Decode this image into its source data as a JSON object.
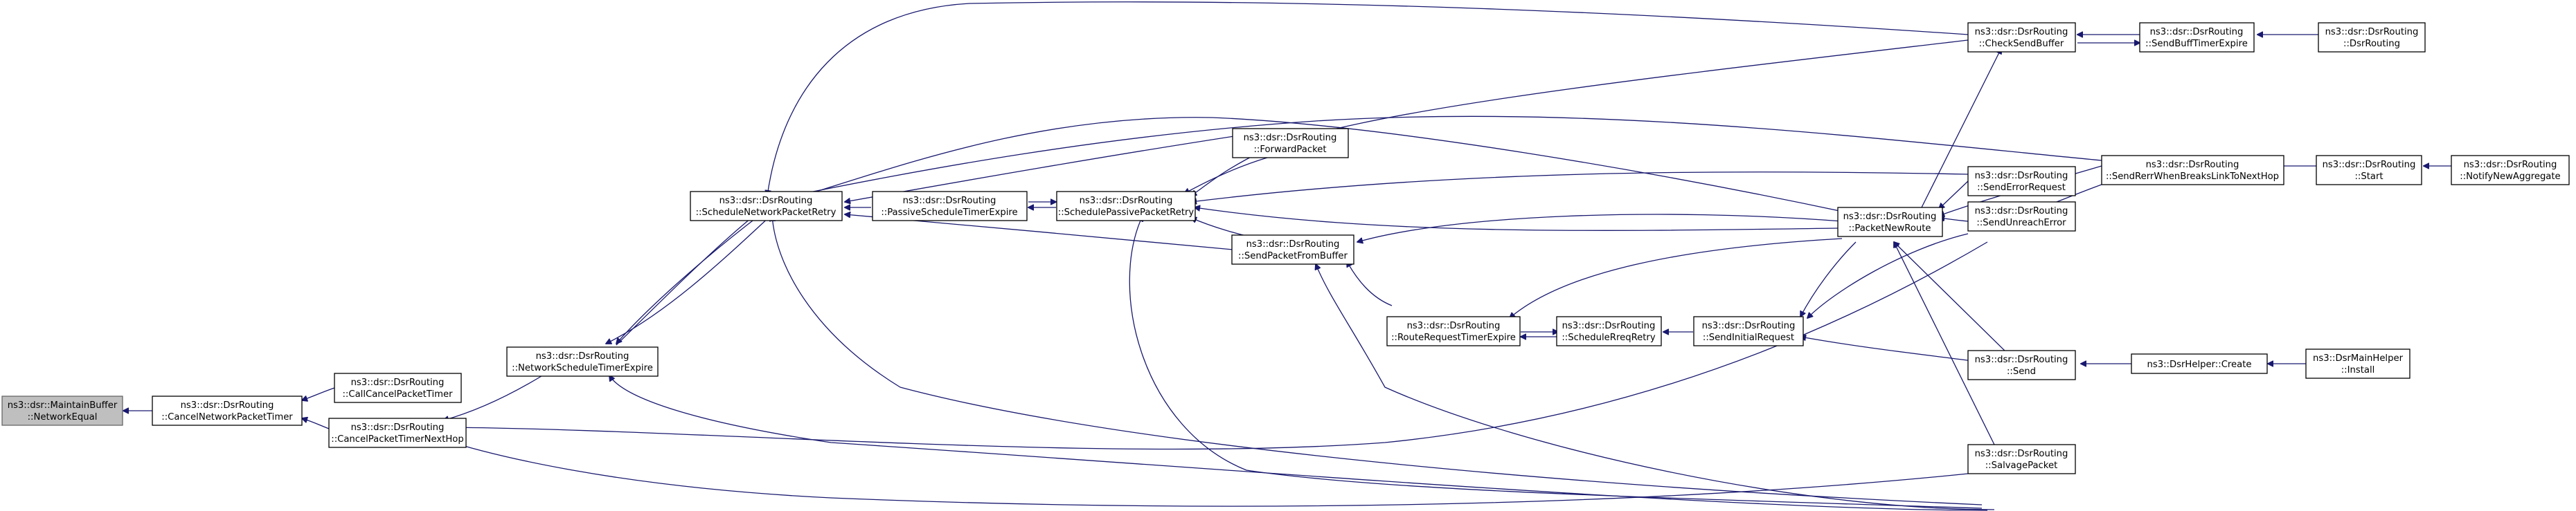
{
  "colors": {
    "edge": "#191970",
    "root_fill": "#bfbfbf",
    "node_fill": "#ffffff",
    "node_border": "#000000"
  },
  "nodes": [
    {
      "id": "network_equal",
      "line1": "ns3::dsr::MaintainBuffer",
      "line2": "::NetworkEqual",
      "root": true
    },
    {
      "id": "cancel_network_packet_timer",
      "line1": "ns3::dsr::DsrRouting",
      "line2": "::CancelNetworkPacketTimer"
    },
    {
      "id": "call_cancel_packet_timer",
      "line1": "ns3::dsr::DsrRouting",
      "line2": "::CallCancelPacketTimer"
    },
    {
      "id": "cancel_packet_timer_next_hop",
      "line1": "ns3::dsr::DsrRouting",
      "line2": "::CancelPacketTimerNextHop"
    },
    {
      "id": "network_schedule_timer_expire",
      "line1": "ns3::dsr::DsrRouting",
      "line2": "::NetworkScheduleTimerExpire"
    },
    {
      "id": "schedule_network_packet_retry",
      "line1": "ns3::dsr::DsrRouting",
      "line2": "::ScheduleNetworkPacketRetry"
    },
    {
      "id": "passive_schedule_timer_expire",
      "line1": "ns3::dsr::DsrRouting",
      "line2": "::PassiveScheduleTimerExpire"
    },
    {
      "id": "schedule_passive_packet_retry",
      "line1": "ns3::dsr::DsrRouting",
      "line2": "::SchedulePassivePacketRetry"
    },
    {
      "id": "forward_packet",
      "line1": "ns3::dsr::DsrRouting",
      "line2": "::ForwardPacket"
    },
    {
      "id": "send_packet_from_buffer",
      "line1": "ns3::dsr::DsrRouting",
      "line2": "::SendPacketFromBuffer"
    },
    {
      "id": "route_request_timer_expire",
      "line1": "ns3::dsr::DsrRouting",
      "line2": "::RouteRequestTimerExpire"
    },
    {
      "id": "schedule_rreq_retry",
      "line1": "ns3::dsr::DsrRouting",
      "line2": "::ScheduleRreqRetry"
    },
    {
      "id": "send_initial_request",
      "line1": "ns3::dsr::DsrRouting",
      "line2": "::SendInitialRequest"
    },
    {
      "id": "packet_new_route",
      "line1": "ns3::dsr::DsrRouting",
      "line2": "::PacketNewRoute"
    },
    {
      "id": "check_send_buffer",
      "line1": "ns3::dsr::DsrRouting",
      "line2": "::CheckSendBuffer"
    },
    {
      "id": "send_error_request",
      "line1": "ns3::dsr::DsrRouting",
      "line2": "::SendErrorRequest"
    },
    {
      "id": "send_unreach_error",
      "line1": "ns3::dsr::DsrRouting",
      "line2": "::SendUnreachError"
    },
    {
      "id": "send",
      "line1": "ns3::dsr::DsrRouting",
      "line2": "::Send"
    },
    {
      "id": "salvage_packet",
      "line1": "ns3::dsr::DsrRouting",
      "line2": "::SalvagePacket"
    },
    {
      "id": "send_buff_timer_expire",
      "line1": "ns3::dsr::DsrRouting",
      "line2": "::SendBuffTimerExpire"
    },
    {
      "id": "dsr_routing",
      "line1": "ns3::dsr::DsrRouting",
      "line2": "::DsrRouting"
    },
    {
      "id": "send_rerr_when_breaks_link",
      "line1": "ns3::dsr::DsrRouting",
      "line2": "::SendRerrWhenBreaksLinkToNextHop"
    },
    {
      "id": "start",
      "line1": "ns3::dsr::DsrRouting",
      "line2": "::Start"
    },
    {
      "id": "notify_new_aggregate",
      "line1": "ns3::dsr::DsrRouting",
      "line2": "::NotifyNewAggregate"
    },
    {
      "id": "dsr_helper_create",
      "line1": "ns3::DsrHelper::Create",
      "line2": ""
    },
    {
      "id": "dsr_main_helper_install",
      "line1": "ns3::DsrMainHelper",
      "line2": "::Install"
    }
  ]
}
